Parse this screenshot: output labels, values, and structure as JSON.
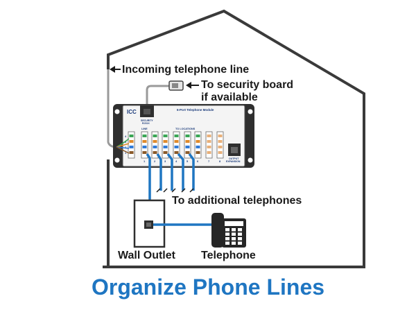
{
  "labels": {
    "incoming_line": "Incoming telephone line",
    "security_board_1": "To security board",
    "security_board_2": "if available",
    "additional_phones": "To additional telephones",
    "wall_outlet": "Wall Outlet",
    "telephone": "Telephone"
  },
  "module": {
    "brand": "ICC",
    "title": "6-Port Telephone Module",
    "security_jack_1": "SECURITY",
    "security_jack_2": "RJ31X",
    "line_label": "LINE",
    "to_locations_label": "TO LOCATIONS",
    "port_numbers": [
      "1",
      "2",
      "3",
      "4",
      "5",
      "6",
      "7",
      "8"
    ],
    "line_numbers": [
      "4",
      "3",
      "2",
      "1"
    ],
    "output_label_1": "OUTPUT",
    "output_label_2": "EXPANSION"
  },
  "title": "Organize Phone Lines",
  "colors": {
    "cable_blue": "#1f76c2",
    "title_blue": "#1f76c2",
    "house_outline": "#3a3a3a",
    "wire_gray": "#9a9a9a"
  },
  "icons": [
    "arrow-left-icon",
    "rj45-plug-icon",
    "telephone-icon",
    "wall-jack-icon"
  ]
}
